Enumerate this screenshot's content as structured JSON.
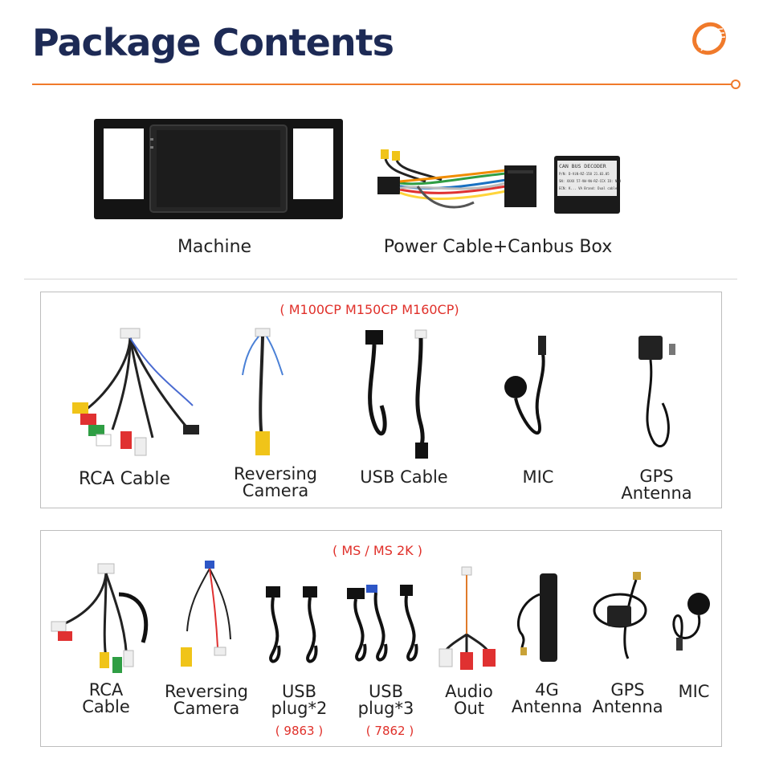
{
  "header": {
    "title": "Package Contents",
    "accent_color": "#f07a2b",
    "title_color": "#1d2a55",
    "logo_icon": "orange-spiral-logo"
  },
  "top": {
    "items": [
      {
        "label": "Machine"
      },
      {
        "label": "Power Cable+Canbus Box"
      }
    ],
    "canbus_box_text": [
      "CAN BUS DECODER",
      "P/N: D-ViN-RZ-158  21.03.05",
      "SN: XXXX 57-VW-VW-RZ-CCX  IO: NCB",
      "ECN: K... VA Brand: Dual cable"
    ]
  },
  "section1": {
    "models": "( M100CP M150CP M160CP)",
    "items": [
      {
        "label": "RCA Cable"
      },
      {
        "label": "Reversing Camera"
      },
      {
        "label": "USB Cable"
      },
      {
        "label": "MIC"
      },
      {
        "label": "GPS Antenna"
      }
    ]
  },
  "section2": {
    "models": "( MS / MS 2K )",
    "items": [
      {
        "label": "RCA Cable"
      },
      {
        "label": "Reversing Camera"
      },
      {
        "label": "USB plug*2",
        "code": "( 9863 )"
      },
      {
        "label": "USB plug*3",
        "code": "( 7862 )"
      },
      {
        "label": "Audio Out"
      },
      {
        "label": "4G Antenna"
      },
      {
        "label": "GPS Antenna"
      },
      {
        "label": "MIC"
      }
    ]
  }
}
